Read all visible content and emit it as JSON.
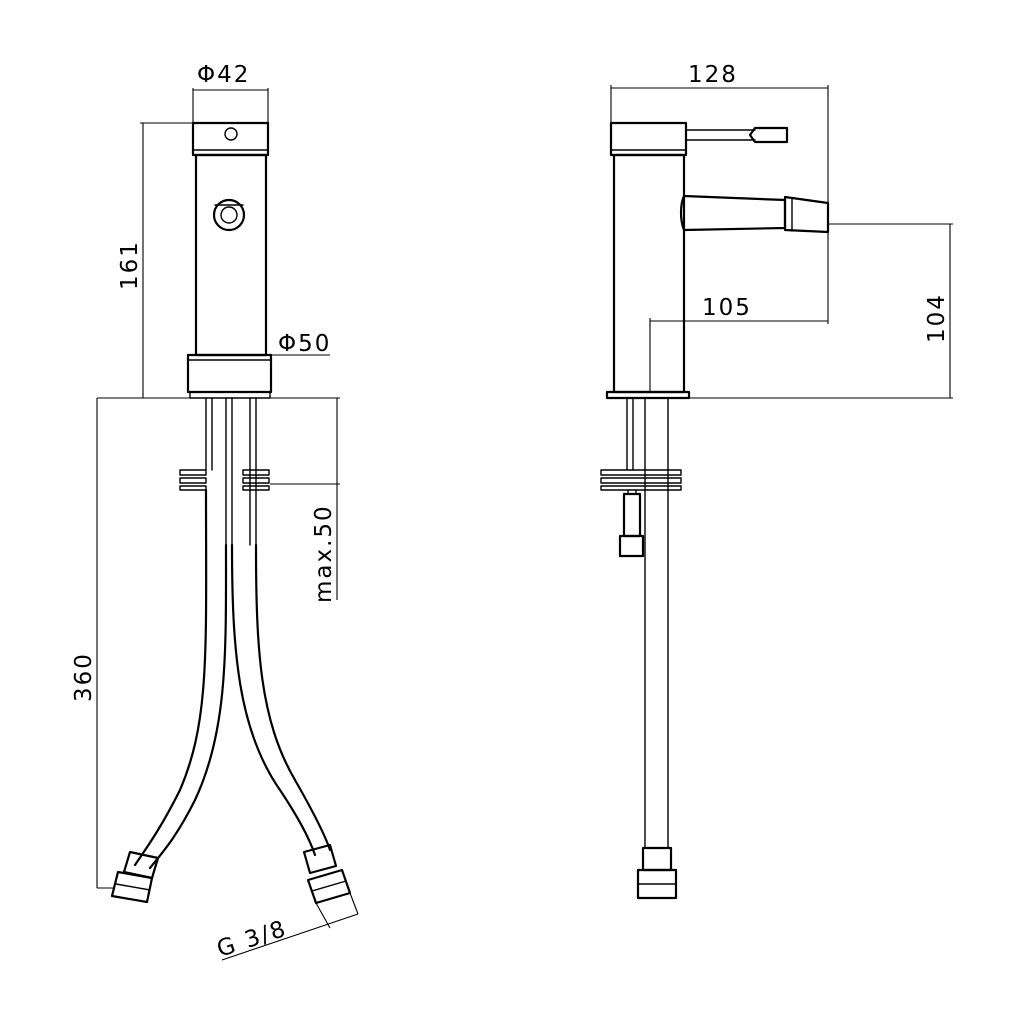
{
  "dimensions": {
    "top_diameter": "Φ42",
    "base_diameter": "Φ50",
    "front_height": "161",
    "hose_length": "360",
    "max_deck_thickness": "max.50",
    "hose_thread": "G 3/8",
    "side_depth": "128",
    "spout_reach": "105",
    "spout_height": "104"
  }
}
